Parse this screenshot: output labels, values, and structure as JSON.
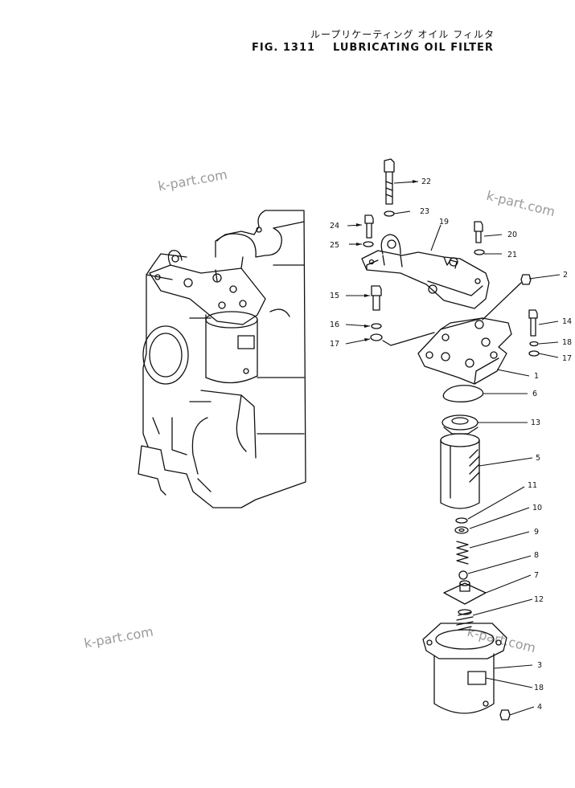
{
  "title": {
    "jp": "ループリケーティング オイル フィルタ",
    "fig": "FIG. 1311",
    "label": "LUBRICATING OIL FILTER"
  },
  "watermarks": [
    "k-part.com",
    "k-part.com",
    "k-part.com",
    "k-part.com"
  ],
  "callouts": [
    "22",
    "23",
    "24",
    "25",
    "19",
    "20",
    "21",
    "2",
    "15",
    "16",
    "17",
    "14",
    "18",
    "17",
    "1",
    "6",
    "13",
    "5",
    "11",
    "10",
    "9",
    "8",
    "7",
    "12",
    "3",
    "18",
    "4"
  ]
}
